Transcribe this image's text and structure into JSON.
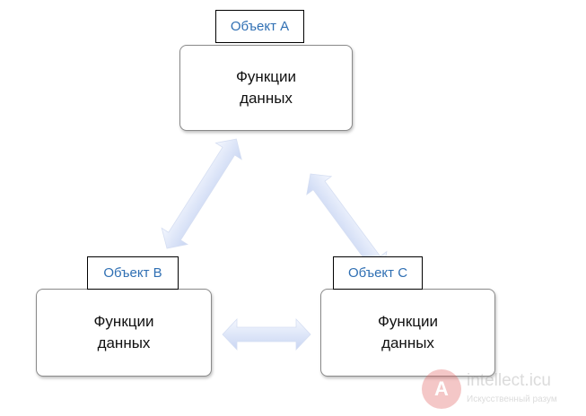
{
  "objects": {
    "a": {
      "tag": "Объект А",
      "label": "Функции данных"
    },
    "b": {
      "tag": "Объект В",
      "label": "Функции данных"
    },
    "c": {
      "tag": "Объект С",
      "label": "Функции данных"
    }
  },
  "colors": {
    "tag_text": "#2f6fb3",
    "box_border": "#8a8a8a",
    "arrow_fill_light": "#f4f7fe",
    "arrow_fill_dark": "#c9d6f3"
  },
  "watermark": {
    "icon_letter": "A",
    "title": "intellect.icu",
    "subtitle": "Искусственный разум"
  }
}
